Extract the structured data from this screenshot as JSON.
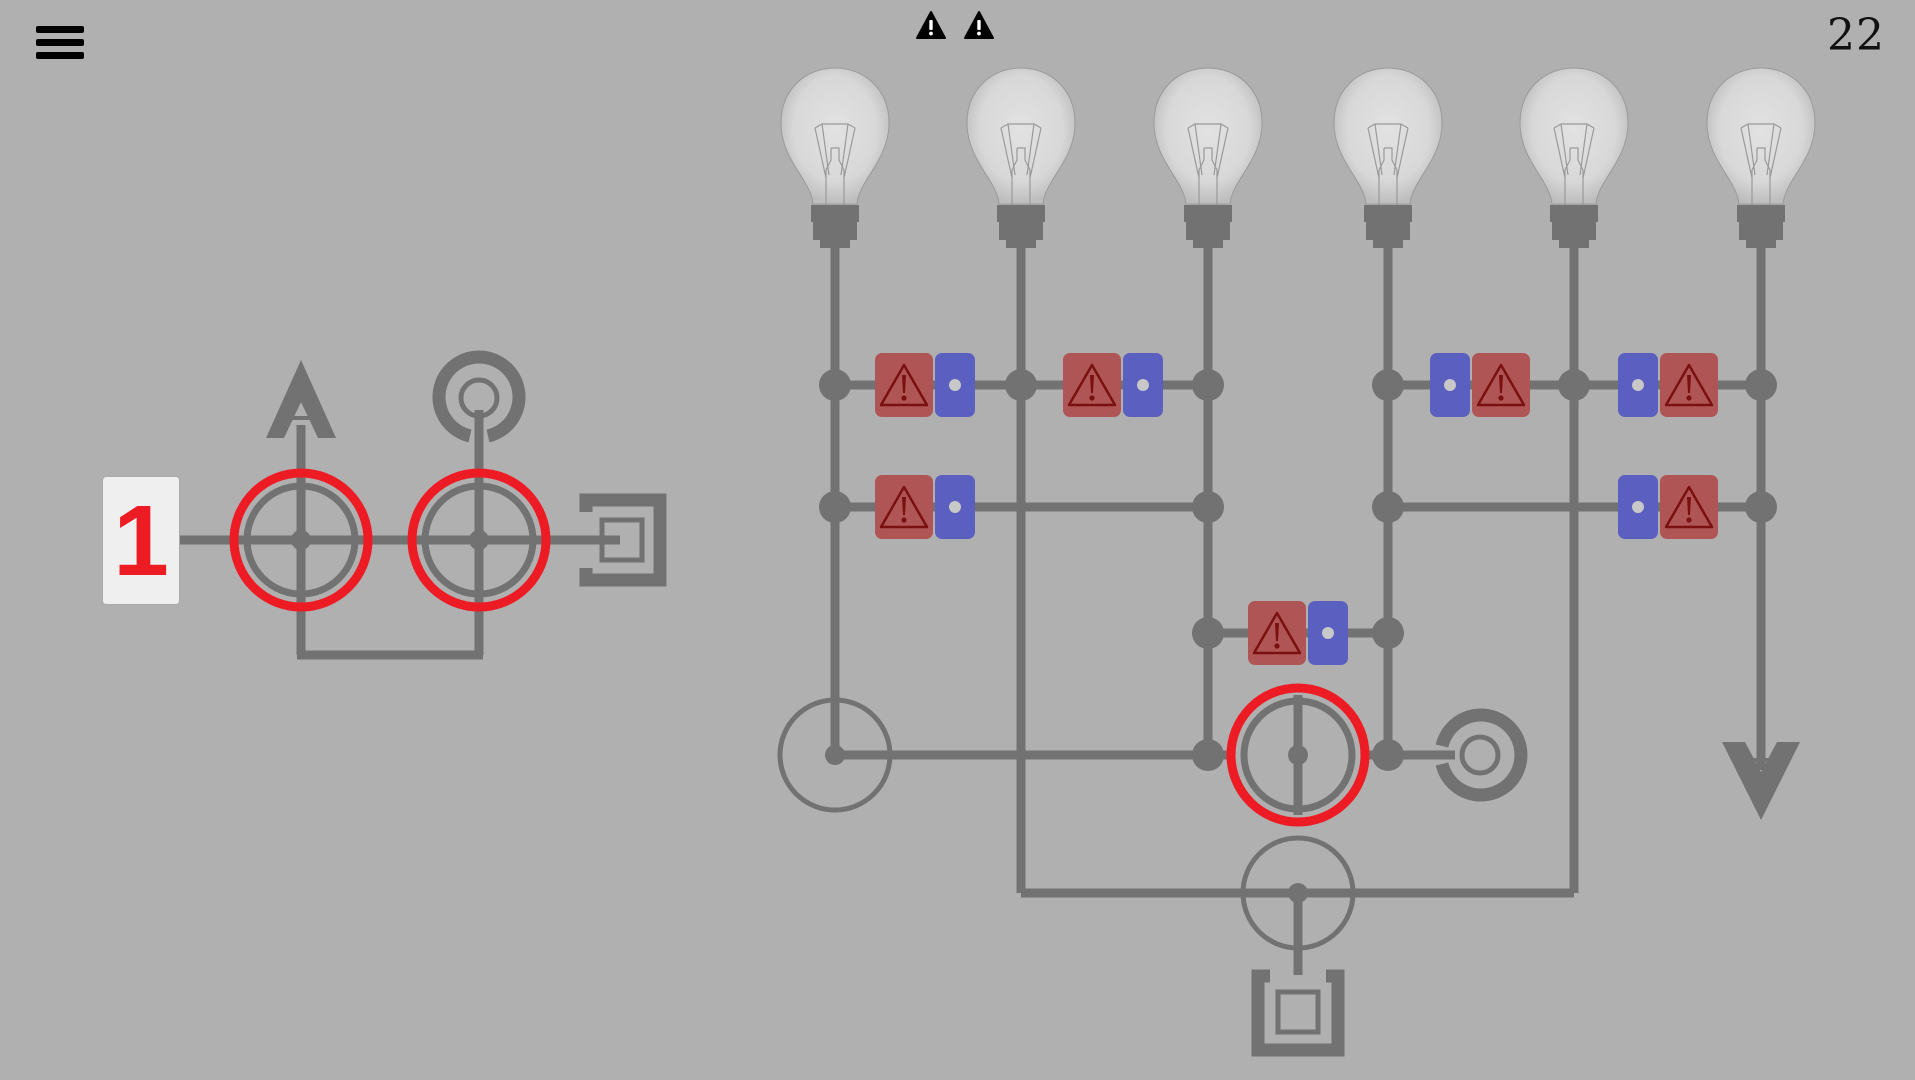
{
  "hud": {
    "menu_icon": "hamburger-menu-icon",
    "warnings": [
      {
        "icon": "warning-triangle-icon"
      },
      {
        "icon": "warning-triangle-icon"
      }
    ],
    "counter": "22"
  },
  "hand": {
    "card_value": "1"
  },
  "colors": {
    "background": "#b0b0b0",
    "wire": "#727272",
    "highlight": "#ed1c24",
    "gate_red": "#b05555",
    "gate_blue": "#5b5fc0",
    "card_bg": "#efefef",
    "card_text": "#ed1c24"
  },
  "bulbs": [
    {
      "id": "bulb-1",
      "lit": false
    },
    {
      "id": "bulb-2",
      "lit": false
    },
    {
      "id": "bulb-3",
      "lit": false
    },
    {
      "id": "bulb-4",
      "lit": false
    },
    {
      "id": "bulb-5",
      "lit": false
    },
    {
      "id": "bulb-6",
      "lit": false
    }
  ],
  "gates": [
    {
      "id": "gate-1",
      "order": [
        "warning",
        "dot"
      ]
    },
    {
      "id": "gate-2",
      "order": [
        "warning",
        "dot"
      ]
    },
    {
      "id": "gate-3",
      "order": [
        "warning",
        "dot"
      ]
    },
    {
      "id": "gate-4",
      "order": [
        "dot",
        "warning"
      ]
    },
    {
      "id": "gate-5",
      "order": [
        "dot",
        "warning"
      ]
    },
    {
      "id": "gate-6",
      "order": [
        "dot",
        "warning"
      ]
    },
    {
      "id": "gate-7",
      "order": [
        "warning",
        "dot"
      ]
    }
  ],
  "nodes": {
    "left_panel": [
      {
        "id": "left-switch-1",
        "highlighted": true
      },
      {
        "id": "left-switch-2",
        "highlighted": true
      }
    ],
    "main_board": [
      {
        "id": "switch-left",
        "highlighted": false
      },
      {
        "id": "switch-center",
        "highlighted": true
      },
      {
        "id": "switch-bottom",
        "highlighted": false
      }
    ]
  },
  "terminals": [
    {
      "id": "terminal-arrow-up",
      "shape": "triangle-up"
    },
    {
      "id": "terminal-ring-left",
      "shape": "ring"
    },
    {
      "id": "terminal-square-left",
      "shape": "square"
    },
    {
      "id": "terminal-ring-right",
      "shape": "ring"
    },
    {
      "id": "terminal-arrow-down",
      "shape": "triangle-down"
    },
    {
      "id": "terminal-square-bottom",
      "shape": "square"
    }
  ]
}
